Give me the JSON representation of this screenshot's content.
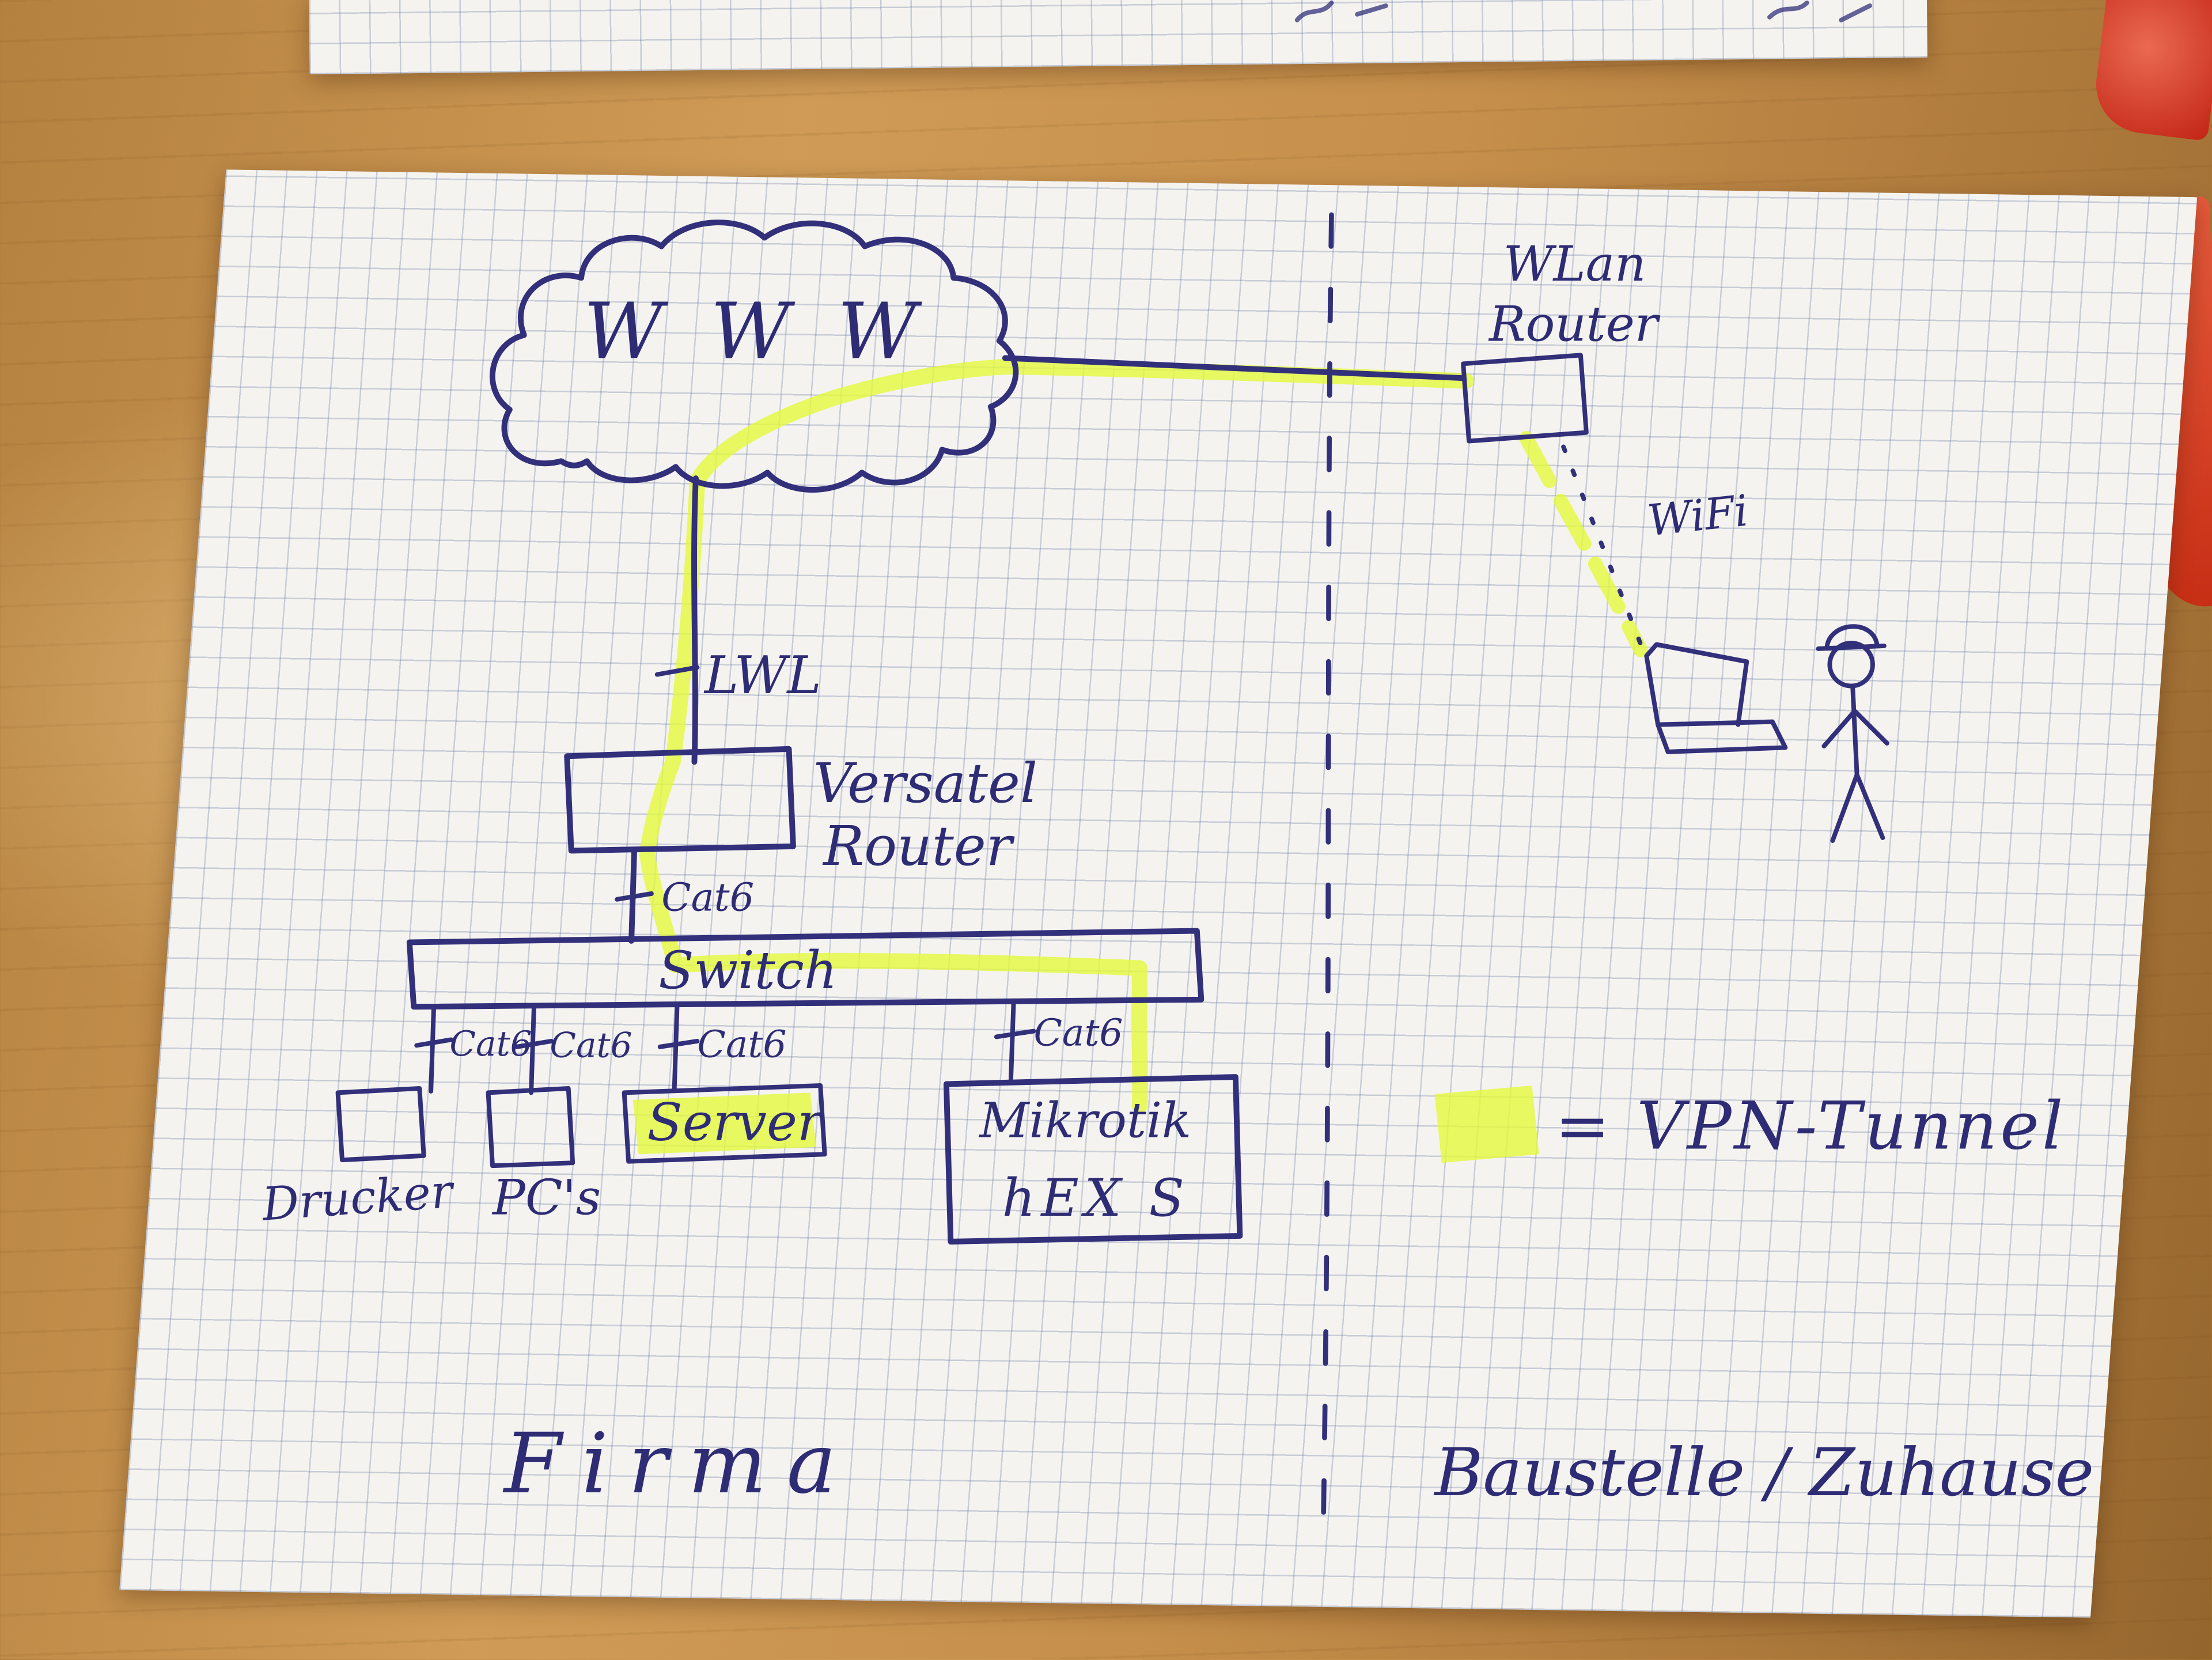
{
  "title": "Hand-drawn network diagram with VPN tunnel (graph paper sketch photo)",
  "zones": {
    "left": {
      "label": "Firma"
    },
    "right": {
      "label": "Baustelle / Zuhause"
    }
  },
  "nodes": {
    "www": {
      "label": "W W W",
      "type": "cloud"
    },
    "wlan_router": {
      "line1": "WLan",
      "line2": "Router"
    },
    "versatel_router": {
      "line1": "Versatel",
      "line2": "Router"
    },
    "switch": {
      "label": "Switch"
    },
    "server": {
      "label": "Server",
      "highlighted": true
    },
    "mikrotik": {
      "line1": "Mikrotik",
      "line2": "hEX S"
    },
    "drucker": {
      "label": "Drucker"
    },
    "pcs": {
      "label": "PC's"
    },
    "laptop": {
      "label": ""
    },
    "person": {
      "label": ""
    }
  },
  "links": {
    "lwl": {
      "label": "LWL"
    },
    "wifi": {
      "label": "WiFi"
    },
    "cat6_versatel": {
      "label": "Cat6"
    },
    "cat6_drucker": {
      "label": "Cat6"
    },
    "cat6_pcs": {
      "label": "Cat6"
    },
    "cat6_server": {
      "label": "Cat6"
    },
    "cat6_mikrotik": {
      "label": "Cat6"
    }
  },
  "legend": {
    "text": "= VPN-Tunnel"
  },
  "colors": {
    "ink": "#32307a",
    "highlighter": "#e4f93c",
    "paper": "#f5f3f0",
    "grid": "#94a4c4",
    "wood": "#c1894a",
    "red_object": "#c72f15"
  }
}
